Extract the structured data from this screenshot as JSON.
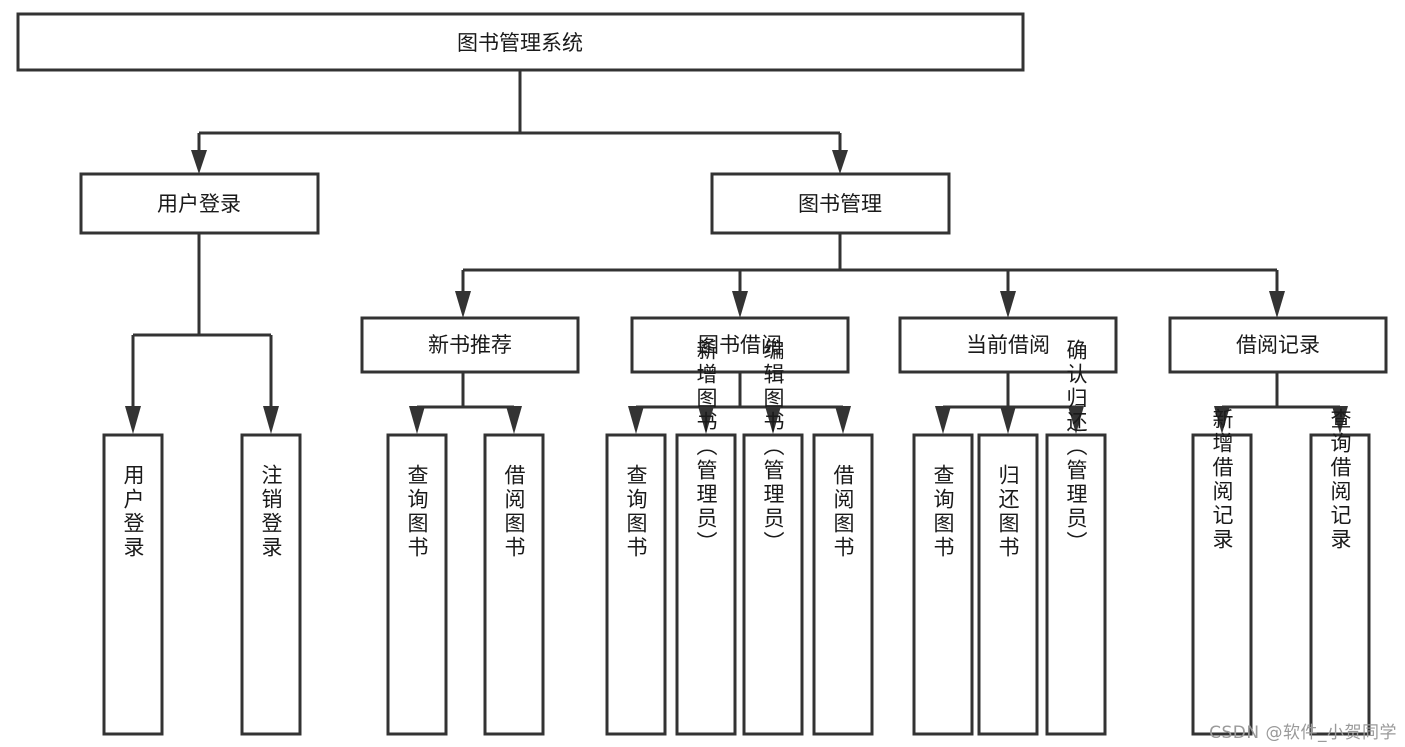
{
  "diagram": {
    "type": "tree-hierarchy",
    "title": "图书管理系统",
    "watermark": "CSDN @软件_小贺同学",
    "colors": {
      "stroke": "#333333",
      "fill": "#ffffff",
      "text": "#1a1a1a",
      "watermark": "#9a9a9a",
      "background": "#ffffff"
    },
    "levels": {
      "root": {
        "label": "图书管理系统"
      },
      "level2": [
        {
          "id": "user-login",
          "label": "用户登录"
        },
        {
          "id": "book-management",
          "label": "图书管理"
        }
      ],
      "level3": [
        {
          "id": "new-book-recommend",
          "label": "新书推荐",
          "parent": "book-management"
        },
        {
          "id": "book-borrow",
          "label": "图书借阅",
          "parent": "book-management"
        },
        {
          "id": "current-borrow",
          "label": "当前借阅",
          "parent": "book-management"
        },
        {
          "id": "borrow-record",
          "label": "借阅记录",
          "parent": "book-management"
        }
      ],
      "leaves": {
        "user-login": [
          {
            "id": "leaf-user-login",
            "label": "用户登录"
          },
          {
            "id": "leaf-logout-login",
            "label": "注销登录"
          }
        ],
        "new-book-recommend": [
          {
            "id": "leaf-query-book-1",
            "label": "查询图书"
          },
          {
            "id": "leaf-borrow-book-1",
            "label": "借阅图书"
          }
        ],
        "book-borrow": [
          {
            "id": "leaf-query-book-2",
            "label": "查询图书"
          },
          {
            "id": "leaf-add-book",
            "label": "新增图书（管理员）"
          },
          {
            "id": "leaf-edit-book",
            "label": "编辑图书（管理员）"
          },
          {
            "id": "leaf-borrow-book-2",
            "label": "借阅图书"
          }
        ],
        "current-borrow": [
          {
            "id": "leaf-query-book-3",
            "label": "查询图书"
          },
          {
            "id": "leaf-return-book",
            "label": "归还图书"
          },
          {
            "id": "leaf-confirm-return",
            "label": "确认归还（管理员）"
          }
        ],
        "borrow-record": [
          {
            "id": "leaf-add-record",
            "label": "新增借阅记录"
          },
          {
            "id": "leaf-query-record",
            "label": "查询借阅记录"
          }
        ]
      }
    }
  }
}
